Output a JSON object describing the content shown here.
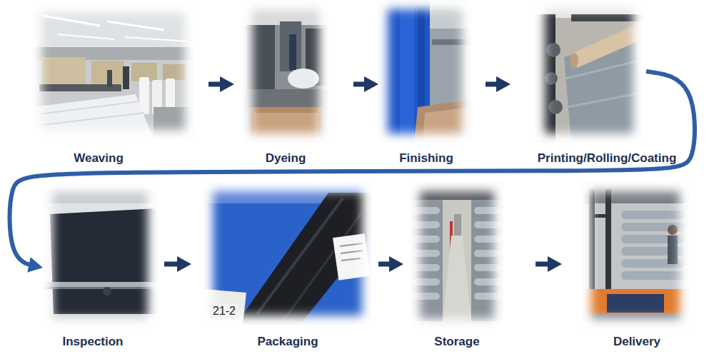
{
  "diagram": {
    "nodes": [
      {
        "text": [
          "Weaving"
        ]
      },
      {
        "text": [
          "Dyeing"
        ]
      },
      {
        "text": [
          "Finishing"
        ]
      },
      {
        "text": [
          "Printing/Rolling/Coating"
        ]
      },
      {
        "text": [
          "Inspection"
        ]
      },
      {
        "text": [
          "Packaging"
        ]
      },
      {
        "text": [
          "Storage"
        ]
      },
      {
        "text": [
          "Delivery"
        ]
      }
    ],
    "edges": [
      {
        "from": 0,
        "to": 1,
        "arrow": "to"
      },
      {
        "from": 1,
        "to": 2,
        "arrow": "to"
      },
      {
        "from": 2,
        "to": 3,
        "arrow": "to"
      },
      {
        "from": 3,
        "to": 4,
        "arrow": "to"
      },
      {
        "from": 4,
        "to": 5,
        "arrow": "to"
      },
      {
        "from": 5,
        "to": 6,
        "arrow": "to"
      },
      {
        "from": 6,
        "to": 7,
        "arrow": "to"
      }
    ],
    "labels": [
      "21-2"
    ]
  }
}
